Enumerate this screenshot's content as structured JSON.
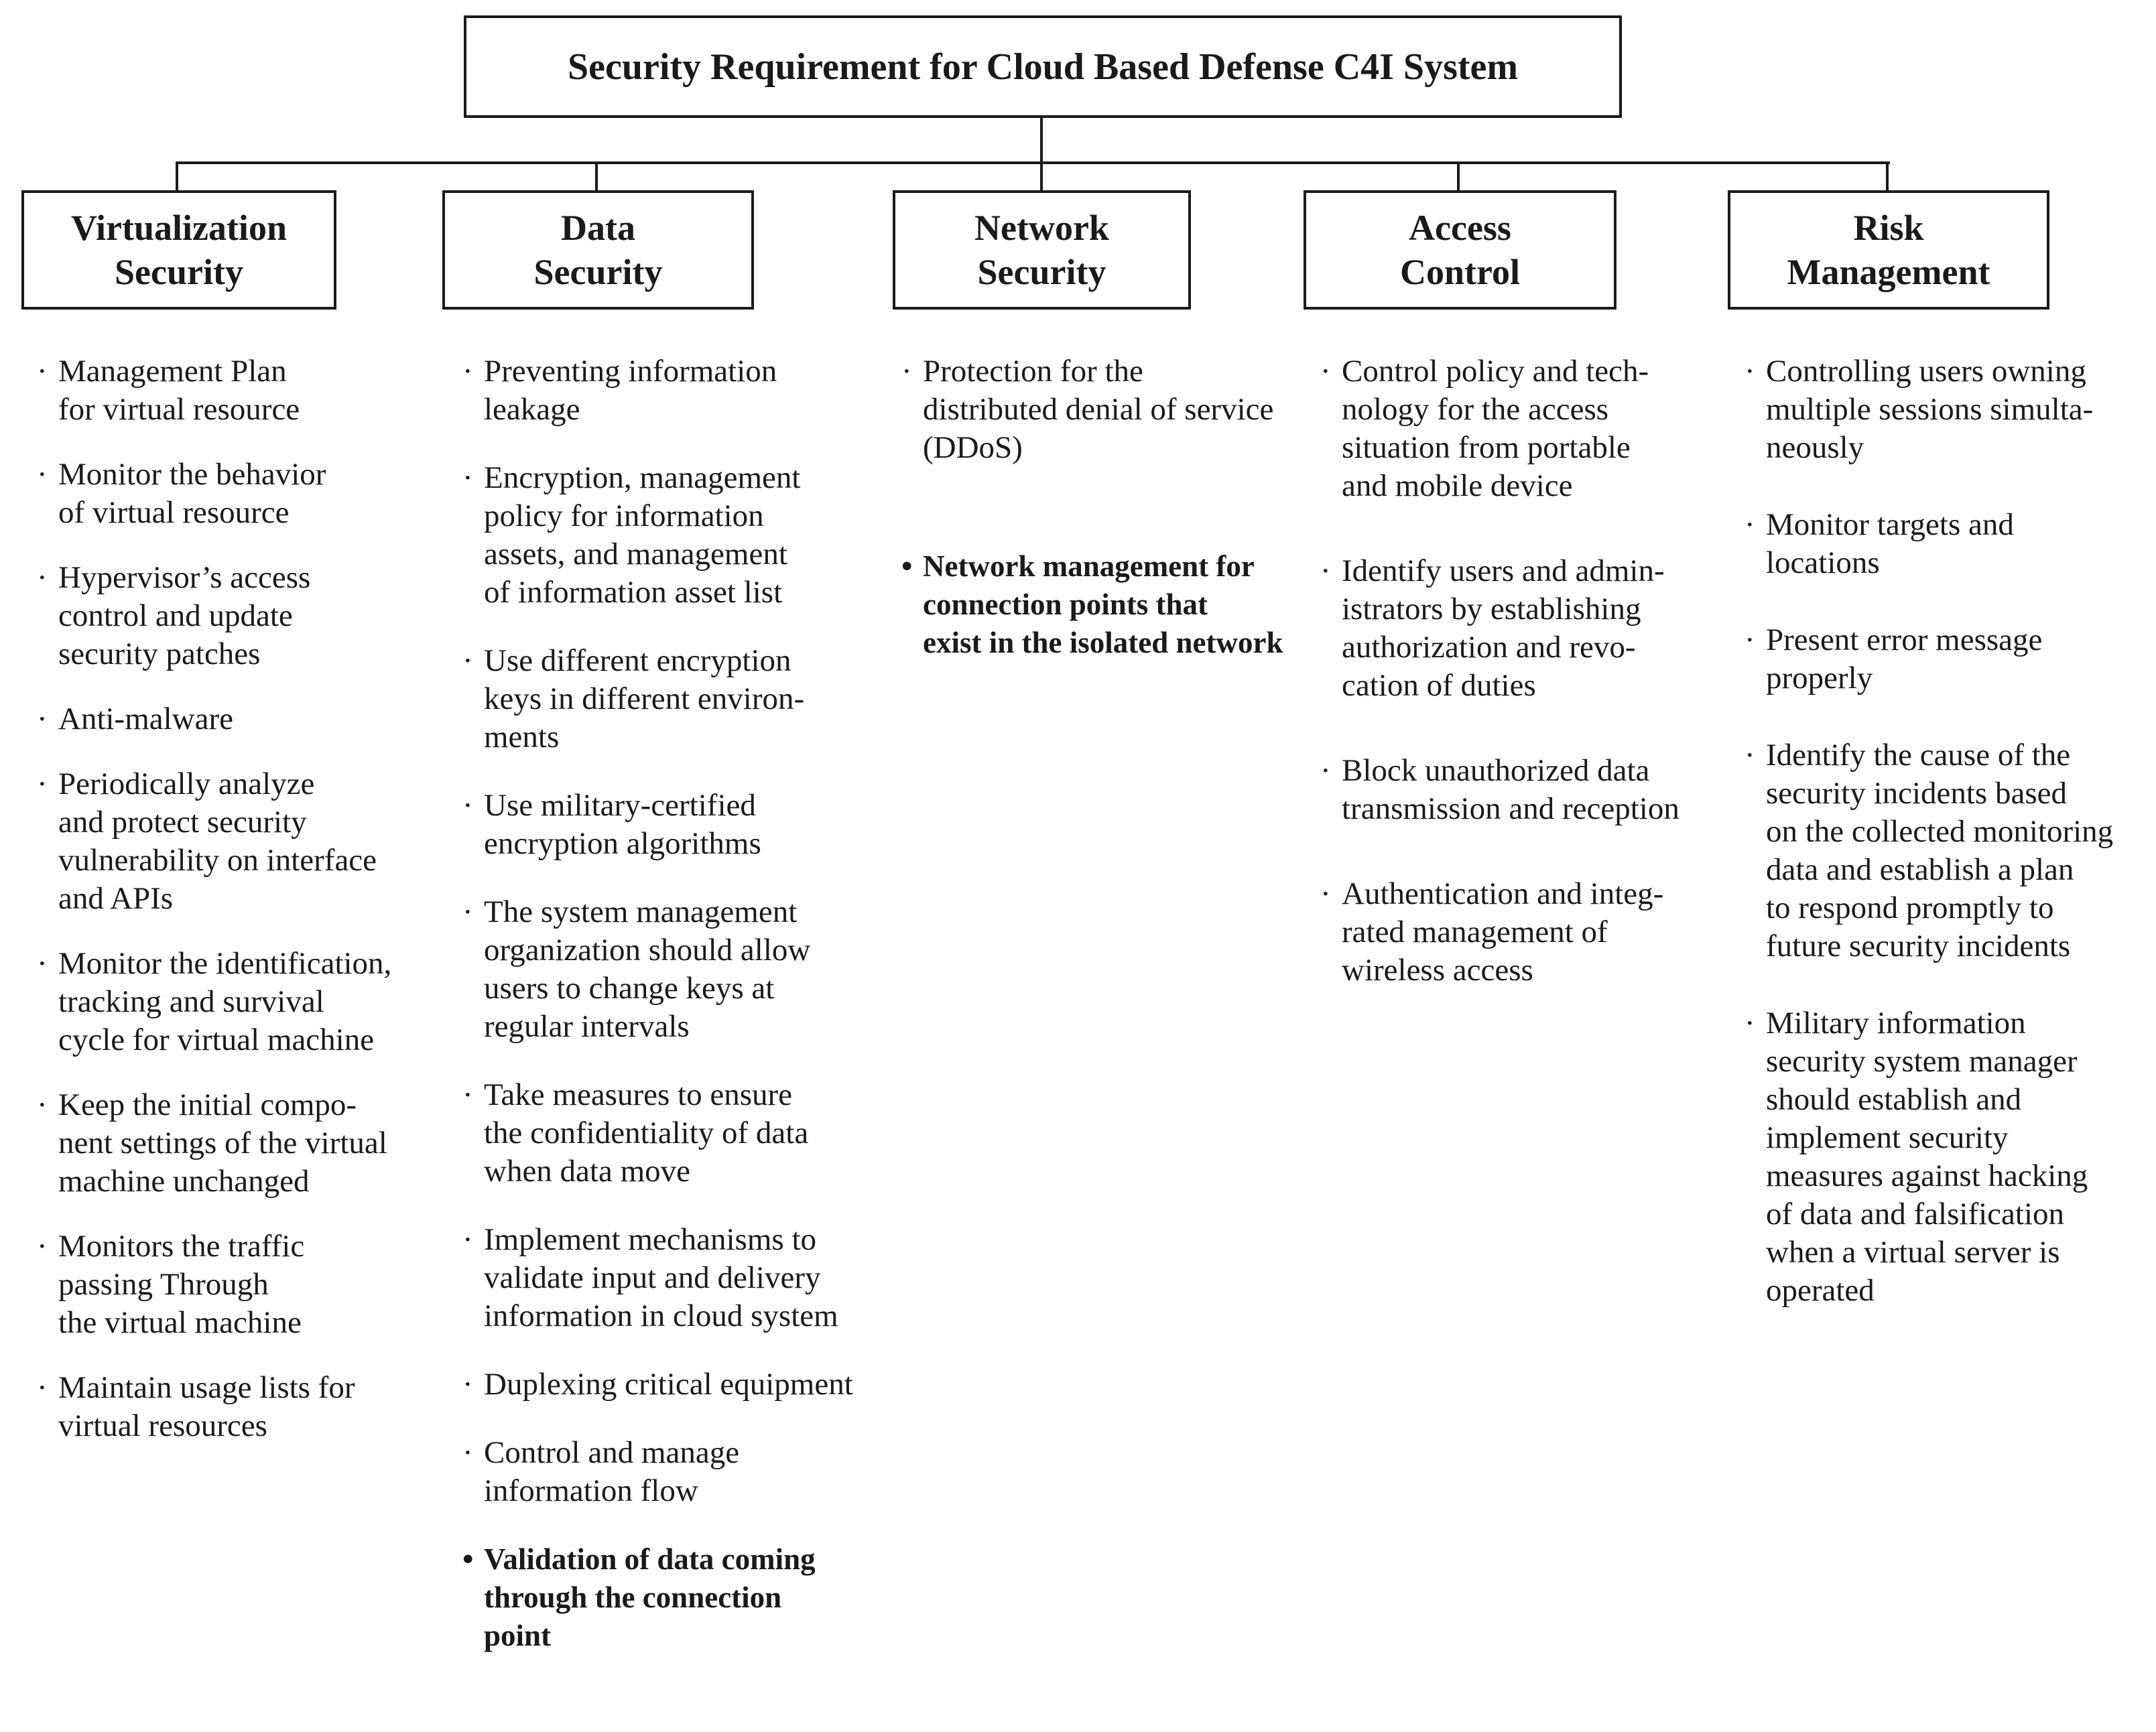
{
  "title": "Security Requirement for Cloud Based Defense C4I System",
  "colors": {
    "line": "#1a1a1a",
    "text": "#1a1a1a",
    "background": "#ffffff"
  },
  "markers": {
    "normal": "·",
    "bold": "•"
  },
  "columns": [
    {
      "header": "Virtualization\nSecurity",
      "items": [
        {
          "text": "Management Plan\nfor virtual resource"
        },
        {
          "text": "Monitor the behavior\nof virtual resource"
        },
        {
          "text": "Hypervisor’s access\ncontrol and update\nsecurity patches"
        },
        {
          "text": "Anti-malware"
        },
        {
          "text": "Periodically analyze\nand protect security\nvulnerability on interface\nand APIs"
        },
        {
          "text": "Monitor the identification,\ntracking and survival\ncycle for virtual machine"
        },
        {
          "text": "Keep the initial compo-\nnent settings of the virtual\nmachine unchanged"
        },
        {
          "text": "Monitors the traffic\npassing Through\nthe virtual machine"
        },
        {
          "text": "Maintain usage lists for\nvirtual resources"
        }
      ]
    },
    {
      "header": "Data\nSecurity",
      "items": [
        {
          "text": "Preventing information\nleakage"
        },
        {
          "text": "Encryption, management\npolicy for information\nassets, and management\nof information asset list"
        },
        {
          "text": "Use different encryption\nkeys in different environ-\nments"
        },
        {
          "text": "Use military-certified\nencryption algorithms"
        },
        {
          "text": "The system management\norganization should allow\nusers to change keys at\nregular intervals"
        },
        {
          "text": "Take measures to ensure\nthe confidentiality of data\nwhen data move"
        },
        {
          "text": "Implement mechanisms to\nvalidate input and delivery\ninformation in cloud system"
        },
        {
          "text": "Duplexing critical equipment"
        },
        {
          "text": "Control and manage\ninformation flow"
        },
        {
          "text": "Validation of data coming\nthrough the connection\npoint",
          "bold": true
        }
      ]
    },
    {
      "header": "Network\nSecurity",
      "items": [
        {
          "text": "Protection for the\ndistributed denial of service\n(DDoS)"
        },
        {
          "text": "Network management for\nconnection points that\nexist in the isolated network",
          "bold": true
        }
      ]
    },
    {
      "header": "Access\nControl",
      "items": [
        {
          "text": "Control policy and tech-\nnology for the access\nsituation from portable\nand mobile device"
        },
        {
          "text": "Identify users and admin-\nistrators by establishing\nauthorization and revo-\ncation of duties"
        },
        {
          "text": "Block unauthorized data\ntransmission and reception"
        },
        {
          "text": "Authentication and integ-\nrated management of\nwireless access"
        }
      ]
    },
    {
      "header": "Risk\nManagement",
      "items": [
        {
          "text": "Controlling users owning\nmultiple sessions simulta-\nneously"
        },
        {
          "text": "Monitor targets and\nlocations"
        },
        {
          "text": "Present error message\nproperly"
        },
        {
          "text": "Identify the cause of the\nsecurity incidents based\non the collected monitoring\ndata and establish a plan\nto respond promptly to\nfuture security incidents"
        },
        {
          "text": "Military information\nsecurity system manager\nshould establish and\nimplement security\nmeasures against hacking\nof data and falsification\nwhen a virtual server is\noperated"
        }
      ]
    }
  ]
}
